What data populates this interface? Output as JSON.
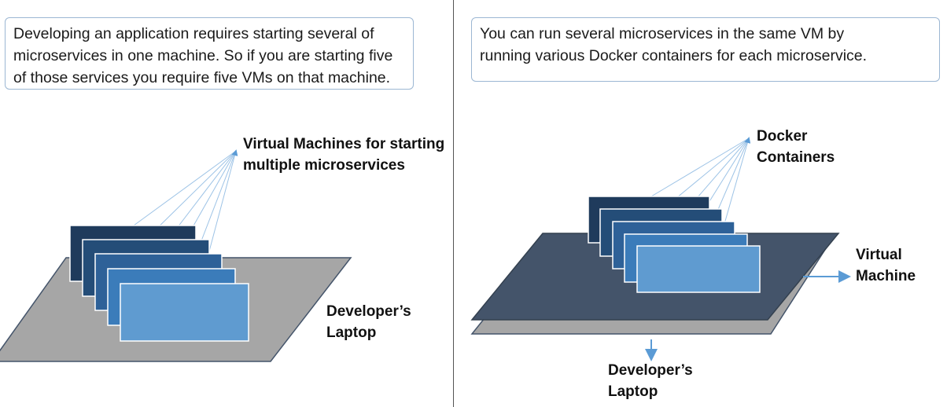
{
  "left": {
    "description_lines": [
      "Developing an application requires starting several of",
      "microservices in one machine. So if you are starting five",
      "of those services you require five VMs on that machine."
    ],
    "vm_label_lines": [
      "Virtual Machines for starting",
      "multiple microservices"
    ],
    "laptop_label_lines": [
      "Developer’s",
      "Laptop"
    ]
  },
  "right": {
    "description_lines": [
      "You can run several microservices in the same VM by",
      "running various Docker containers for each microservice."
    ],
    "containers_label_lines": [
      "Docker",
      "Containers"
    ],
    "vm_label_lines": [
      "Virtual",
      "Machine"
    ],
    "laptop_label_lines": [
      "Developer’s",
      "Laptop"
    ]
  },
  "colors": {
    "laptop_surface": "#a6a6a6",
    "vm_surface": "#44546a",
    "layer_darkest": "#1f3b5c",
    "layer_dark": "#244d78",
    "layer_mid": "#2e6198",
    "layer_light": "#3b7cba",
    "layer_lightest": "#5f9bd0",
    "arrow": "#5b9bd5",
    "pointer_line": "#9dc3e6",
    "callout_border": "#9cb7d3"
  }
}
